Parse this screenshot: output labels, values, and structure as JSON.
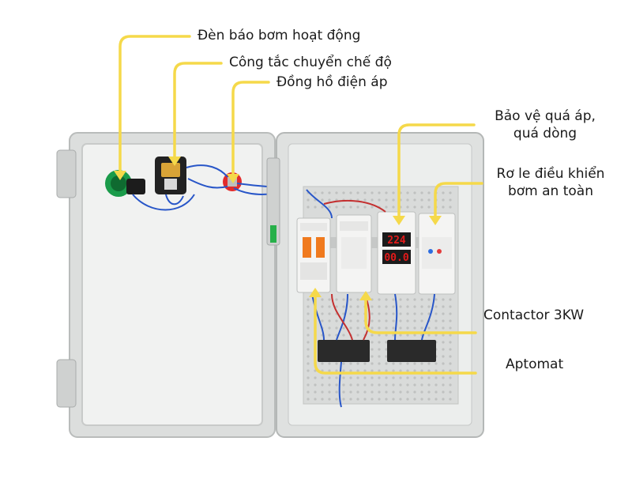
{
  "labels": {
    "pump_indicator": "Đèn báo bơm hoạt động",
    "mode_switch": "Công tắc chuyển chế độ",
    "voltmeter": "Đồng hồ điện áp",
    "protection_line1": "Bảo vệ quá áp,",
    "protection_line2": "quá dòng",
    "relay_line1": "Rơ le điều khiển",
    "relay_line2": "bơm an toàn",
    "contactor": "Contactor 3KW",
    "aptomat": "Aptomat"
  },
  "displays": {
    "voltage_reading": "224",
    "current_reading": "00.0"
  },
  "colors": {
    "callout": "#f5d94a",
    "enclosure": "#e9ebea",
    "indicator": "#1a9b4a",
    "breaker_handle": "#f07a1e",
    "wire": "#2856c8",
    "display": "#e31a1a"
  }
}
